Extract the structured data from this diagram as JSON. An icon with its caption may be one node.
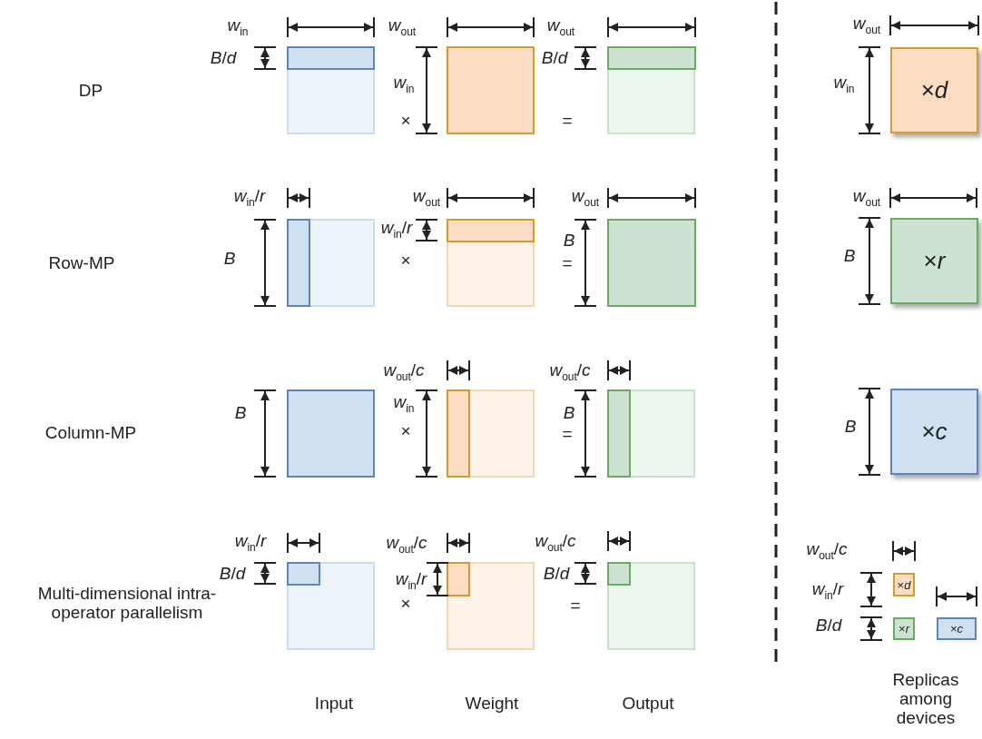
{
  "diagram": {
    "nodes": [
      {
        "text": [
          "×*d*"
        ]
      },
      {
        "text": [
          "×*r*"
        ]
      },
      {
        "text": [
          "×*c*"
        ]
      },
      {
        "text": [
          "×*d*"
        ]
      },
      {
        "text": [
          "×*r*"
        ]
      },
      {
        "text": [
          "×*c*"
        ]
      }
    ],
    "labels": [
      "DP",
      "*w*$_{in}$",
      "*B*/*d*",
      "*w*$_{out}$",
      "*w*$_{in}$",
      "×",
      "*w*$_{out}$",
      "*B*/*d*",
      "=",
      "*w*$_{out}$",
      "*w*$_{in}$",
      "Row-MP",
      "*w*$_{in}$/*r*",
      "*B*",
      "*w*$_{out}$",
      "*w*$_{in}$/*r*",
      "×",
      "*w*$_{out}$",
      "*B*",
      "=",
      "*w*$_{out}$",
      "*B*",
      "Column-MP",
      "*w*$_{out}$/*c*",
      "*w*$_{out}$/*c*",
      "*B*",
      "*w*$_{in}$",
      "×",
      "*B*",
      "=",
      "*B*",
      "*w*$_{in}$/*r*",
      "*w*$_{out}$/*c*",
      "*w*$_{out}$/*c*",
      "*w*$_{out}$/*c*",
      "*B*/*d*",
      "*w*$_{in}$/*r*",
      "*B*/*d*",
      "*w*$_{in}$/*r*",
      "Multi-dimensional intra-operator parallelism",
      "×",
      "=",
      "*B*/*d*",
      "Input",
      "Weight",
      "Output",
      "Replicas among devices"
    ]
  }
}
